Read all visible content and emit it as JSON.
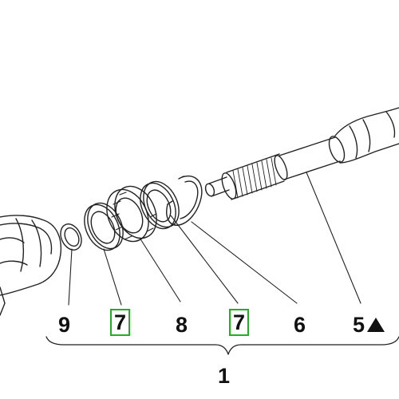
{
  "diagram": {
    "callouts": {
      "c9": "9",
      "c7a": "7",
      "c8": "8",
      "c7b": "7",
      "c6": "6",
      "c5": "5",
      "group": "1"
    },
    "highlight_color": "#22b022",
    "marker_icon": "triangle-icon"
  }
}
